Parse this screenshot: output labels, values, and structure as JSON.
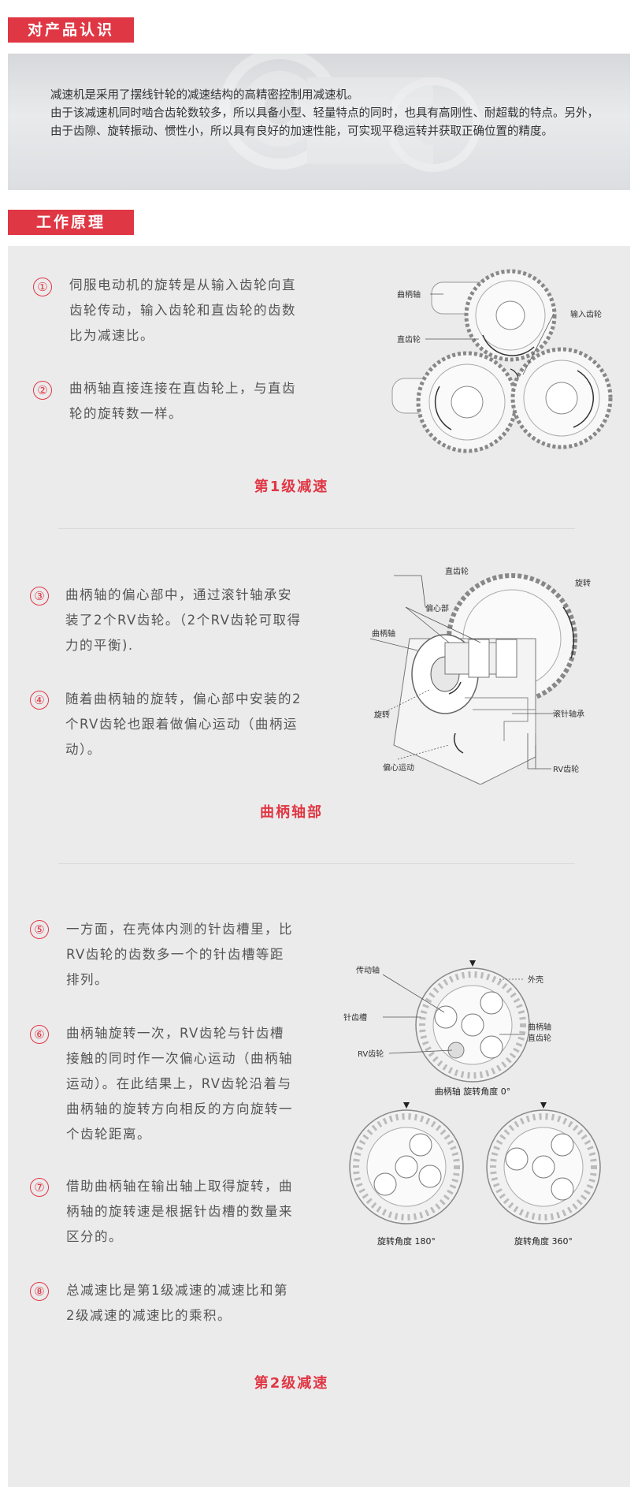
{
  "sections": {
    "product": {
      "tag": "对产品认识"
    },
    "principle": {
      "tag": "工作原理"
    }
  },
  "intro": {
    "line1": "减速机是采用了摆线针轮的减速结构的高精密控制用减速机。",
    "line2": "由于该减速机同时啮合齿轮数较多，所以具备小型、轻量特点的同时，也具有高刚性、耐超载的特点。另外，由于齿隙、旋转振动、惯性小，所以具有良好的加速性能，可实现平稳运转并获取正确位置的精度。"
  },
  "steps": [
    {
      "num": "①",
      "text": "伺服电动机的旋转是从输入齿轮向直齿轮传动，输入齿轮和直齿轮的齿数比为减速比。"
    },
    {
      "num": "②",
      "text": "曲柄轴直接连接在直齿轮上，与直齿轮的旋转数一样。"
    },
    {
      "num": "③",
      "text": "曲柄轴的偏心部中，通过滚针轴承安装了2个RV齿轮。（2个RV齿轮可取得力的平衡)."
    },
    {
      "num": "④",
      "text": "随着曲柄轴的旋转，偏心部中安装的2个RV齿轮也跟着做偏心运动（曲柄运动）。"
    },
    {
      "num": "⑤",
      "text": "一方面，在壳体内测的针齿槽里，比RV齿轮的齿数多一个的针齿槽等距排列。"
    },
    {
      "num": "⑥",
      "text": "曲柄轴旋转一次，RV齿轮与针齿槽接触的同时作一次偏心运动（曲柄轴运动）。在此结果上，RV齿轮沿着与曲柄轴的旋转方向相反的方向旋转一个齿轮距离。"
    },
    {
      "num": "⑦",
      "text": "借助曲柄轴在输出轴上取得旋转，曲柄轴的旋转速是根据针齿槽的数量来区分的。"
    },
    {
      "num": "⑧",
      "text": "总减速比是第1级减速的减速比和第2级减速的减速比的乘积。"
    }
  ],
  "stages": {
    "stage1": "第1级减速",
    "crank": "曲柄轴部",
    "stage2": "第2级减速"
  },
  "diagram1": {
    "crankshaft": "曲柄轴",
    "spur_gear": "直齿轮",
    "input_gear": "输入齿轮"
  },
  "diagram2": {
    "spur_gear": "直齿轮",
    "rotation_top": "旋转",
    "eccentric": "偏心部",
    "crankshaft": "曲柄轴",
    "rotation_left": "旋转",
    "needle_bearing": "滚针轴承",
    "eccentric_motion": "偏心运动",
    "rv_gear": "RV齿轮"
  },
  "diagram3": {
    "drive_shaft": "传动轴",
    "housing": "外壳",
    "pin_groove": "针齿槽",
    "crankshaft": "曲柄轴",
    "spur_gear": "直齿轮",
    "rv_gear": "RV齿轮",
    "caption0": "曲柄轴 旋转角度 0°",
    "caption180": "旋转角度 180°",
    "caption360": "旋转角度 360°"
  },
  "colors": {
    "accent": "#e03744",
    "panel": "#ebebec"
  }
}
